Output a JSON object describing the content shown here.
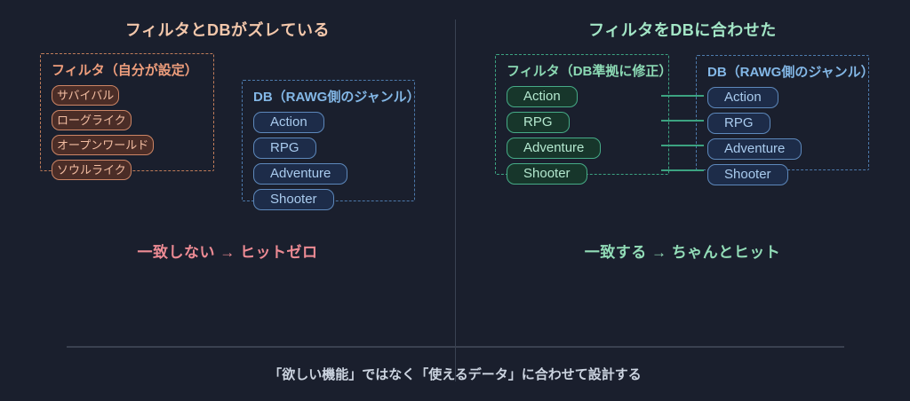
{
  "left_panel": {
    "title": "フィルタとDBがズレている",
    "filter_box": {
      "label": "フィルタ（自分が設定）",
      "tags": [
        "サバイバル",
        "ローグライク",
        "オープンワールド",
        "ソウルライク"
      ]
    },
    "db_box": {
      "label": "DB（RAWG側のジャンル）",
      "tags": [
        "Action",
        "RPG",
        "Adventure",
        "Shooter"
      ]
    },
    "caption": "一致しない → ヒットゼロ"
  },
  "right_panel": {
    "title": "フィルタをDBに合わせた",
    "filter_box": {
      "label": "フィルタ（DB準拠に修正）",
      "tags": [
        "Action",
        "RPG",
        "Adventure",
        "Shooter"
      ]
    },
    "db_box": {
      "label": "DB（RAWG側のジャンル）",
      "tags": [
        "Action",
        "RPG",
        "Adventure",
        "Shooter"
      ]
    },
    "caption": "一致する → ちゃんとヒット"
  },
  "footer": "「欲しい機能」ではなく「使えるデータ」に合わせて設計する",
  "colors": {
    "background": "#1a1f2d",
    "left_title": "#f3c7ab",
    "left_filter_border": "#c07c5a",
    "left_filter_label": "#ef9e7c",
    "left_tag_bg": "#4b2d27",
    "left_tag_border": "#cd8565",
    "left_tag_text": "#f3bda2",
    "db_border": "#4d7aac",
    "db_label": "#83b7e6",
    "db_pill_bg": "#1d2c49",
    "db_pill_border": "#5d88bb",
    "db_pill_text": "#a9cbee",
    "right_title": "#a3e6c6",
    "green_border": "#3ca381",
    "green_label": "#8bd8b3",
    "green_pill_bg": "#17362b",
    "green_pill_border": "#46ab87",
    "green_pill_text": "#b4e8cf",
    "left_caption": "#ed8b94",
    "right_caption": "#92dcb7",
    "connector": "#3ca381",
    "divider": "#3a4252",
    "footer_text": "#ccd4e0"
  }
}
